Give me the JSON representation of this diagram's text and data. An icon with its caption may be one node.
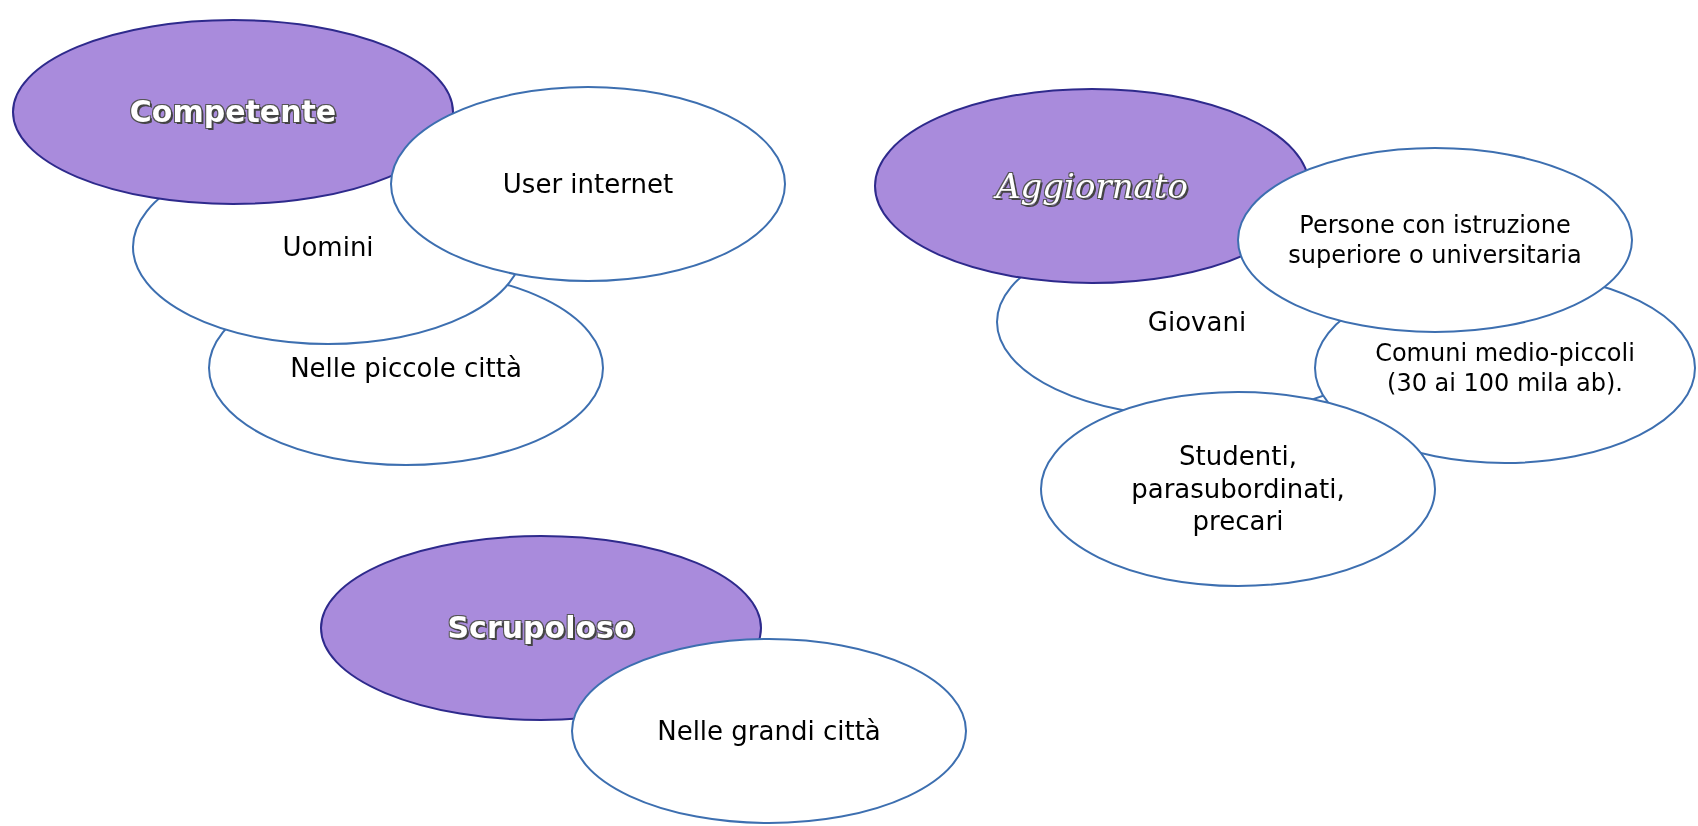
{
  "diagram": {
    "nodes": [
      {
        "text": [
          "Competente"
        ]
      },
      {
        "text": [
          "User internet"
        ]
      },
      {
        "text": [
          "Uomini"
        ]
      },
      {
        "text": [
          "Nelle piccole città"
        ]
      },
      {
        "text": [
          "Aggiornato"
        ]
      },
      {
        "text": [
          "Persone con istruzione superiore o universitaria"
        ]
      },
      {
        "text": [
          "Giovani"
        ]
      },
      {
        "text": [
          "Comuni medio-piccoli (30 ai 100 mila ab)."
        ]
      },
      {
        "text": [
          "Studenti, parasubordinati, precari"
        ]
      },
      {
        "text": [
          "Scrupoloso"
        ]
      },
      {
        "text": [
          "Nelle grandi città"
        ]
      }
    ]
  }
}
